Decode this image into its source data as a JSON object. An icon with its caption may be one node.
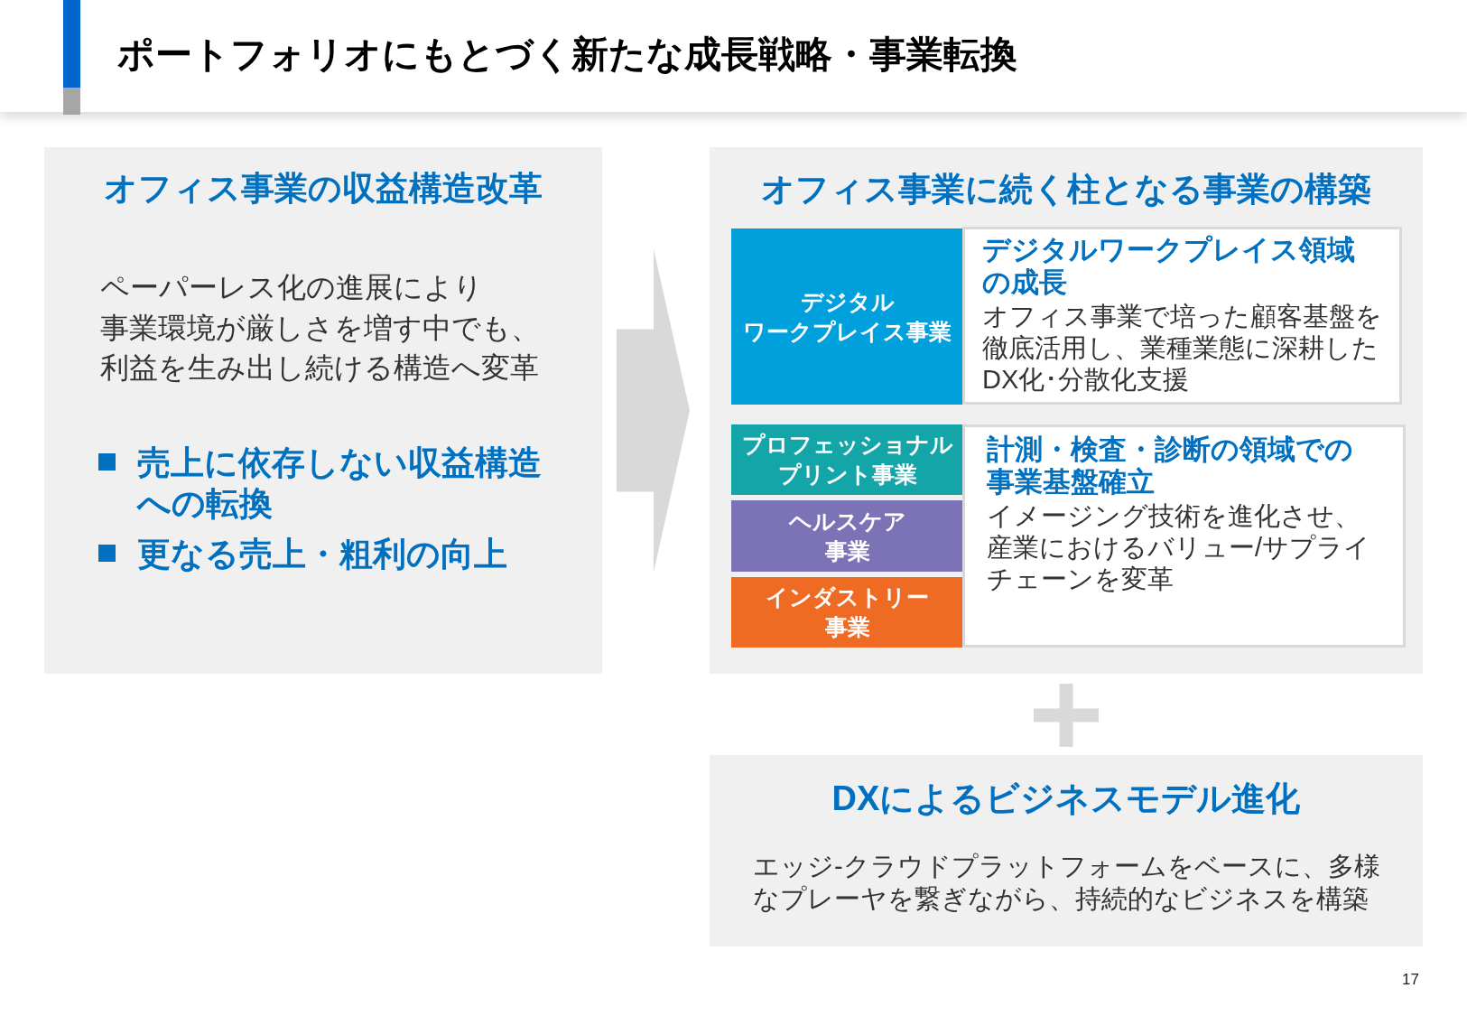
{
  "diagram": {
    "title": "ポートフォリオにもとづく新たな成長戦略・事業転換",
    "nodes": [
      {
        "text": [
          "オフィス事業の収益構造改革",
          "ペーパーレス化の進展により事業環境が厳しさを増す中でも、利益を生み出し続ける構造へ変革",
          "売上に依存しない収益構造への転換",
          "更なる売上・粗利の向上"
        ]
      },
      {
        "text": [
          "オフィス事業に続く柱となる事業の構築"
        ]
      },
      {
        "text": [
          "デジタルワークプレイス事業"
        ],
        "in": 1
      },
      {
        "text": [
          "デジタルワークプレイス領域の成長",
          "オフィス事業で培った顧客基盤を徹底活用し、業種業態に深耕したDX化･分散化支援"
        ],
        "in": 1
      },
      {
        "text": [
          "プロフェッショナルプリント事業"
        ],
        "in": 1
      },
      {
        "text": [
          "ヘルスケア事業"
        ],
        "in": 1
      },
      {
        "text": [
          "インダストリー事業"
        ],
        "in": 1
      },
      {
        "text": [
          "計測・検査・診断の領域での事業基盤確立",
          "イメージング技術を進化させ、産業におけるバリュー/サプライチェーンを変革"
        ],
        "in": 1
      },
      {
        "text": [
          "DXによるビジネスモデル進化",
          "エッジ-クラウドプラットフォームをベースに、多様なプレーヤを繋ぎながら、持続的なビジネスを構築"
        ]
      }
    ],
    "edges": [
      {
        "from": 0,
        "to": 1,
        "arrow": "to"
      }
    ],
    "labels": [
      "17"
    ]
  }
}
